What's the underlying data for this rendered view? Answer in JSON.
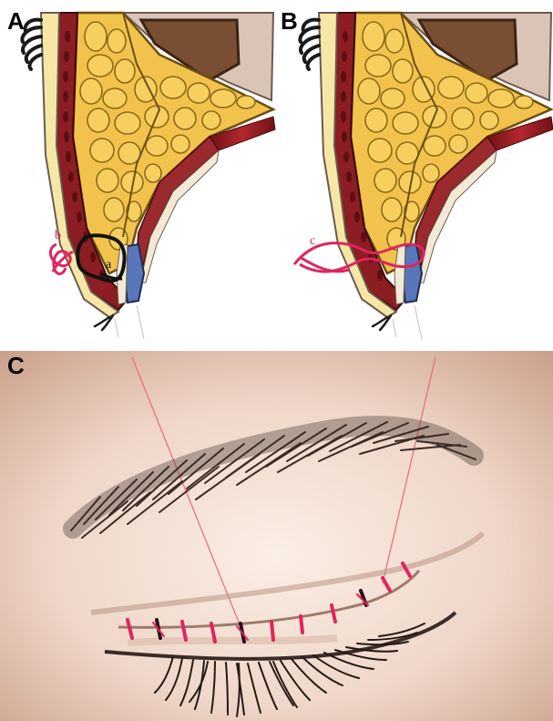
{
  "panels": {
    "a": {
      "letter": "A",
      "labels": {
        "fat_pad": "a",
        "suture": "b"
      }
    },
    "b": {
      "letter": "B",
      "labels": {
        "suture": "c"
      }
    },
    "c": {
      "letter": "C"
    }
  },
  "colors": {
    "fat": "#f2c34c",
    "fat_outline": "#7a5a16",
    "bone": "#d9c4b6",
    "sinus": "#7a4e32",
    "muscle": "#8c1d22",
    "tissue": "#f7e7a6",
    "skin_face": "#ecd1c2",
    "suture_red": "#e0245e",
    "suture_dark": "#2b1020",
    "brow": "#3a2c26",
    "lash": "#241a16",
    "thread": "#e86a7a",
    "tarsal_blue": "#5876b8"
  }
}
